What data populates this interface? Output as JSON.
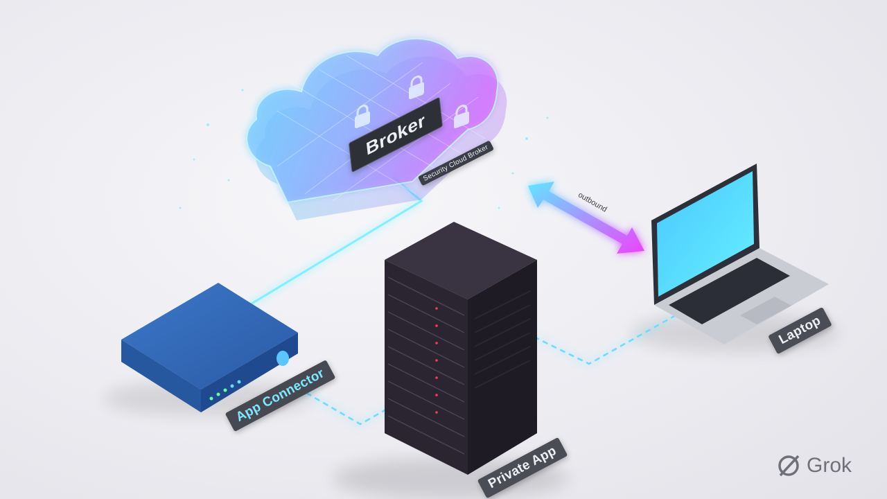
{
  "cloud": {
    "title": "Broker",
    "subtitle": "Security Cloud Broker"
  },
  "arrow": {
    "label": "outbound"
  },
  "devices": {
    "connector_label": "App Connector",
    "server_label": "Private App",
    "laptop_label": "Laptop"
  },
  "watermark": {
    "text": "Grok"
  },
  "colors": {
    "cyan": "#4fd9ff",
    "violet": "#c86bff",
    "magenta": "#e64dff",
    "connector_blue": "#2f62b3",
    "server_dark": "#2a2530"
  },
  "icons": [
    "lock-icon",
    "arrow-icon",
    "grok-logo-icon"
  ]
}
